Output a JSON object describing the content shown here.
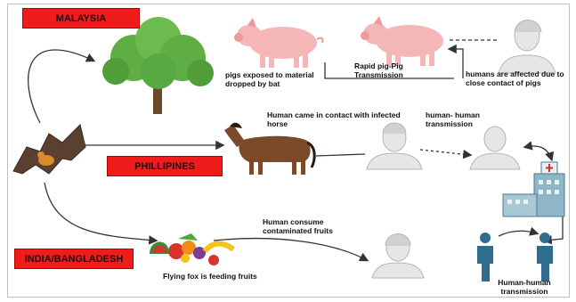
{
  "regions": {
    "malaysia": "MALAYSIA",
    "phillipines": "PHILLIPINES",
    "india_bangladesh": "INDIA/BANGLADESH"
  },
  "captions": {
    "pigs_exposed": "pigs exposed to material dropped by bat",
    "pig_pig": "Rapid pig-Pig Transmission",
    "humans_affected": "humans are affected due to close contact of pigs",
    "human_horse": "Human came in contact with infected horse",
    "human_human_1": "human- human transmission",
    "human_consume": "Human consume contaminated fruits",
    "flying_fox": "Flying fox is feeding fruits",
    "human_human_2": "Human-human transmission"
  },
  "colors": {
    "label_red": "#ee1c1c",
    "tree_green": "#5fae45",
    "pig_pink": "#f4b6b6",
    "horse_brown": "#7a4a2a",
    "person_blue": "#2e6d8e",
    "bat_brown": "#5a4030"
  },
  "icons": [
    "bat-icon",
    "tree-icon",
    "pig-icon",
    "person-icon",
    "horse-icon",
    "fruits-icon",
    "hospital-icon"
  ]
}
